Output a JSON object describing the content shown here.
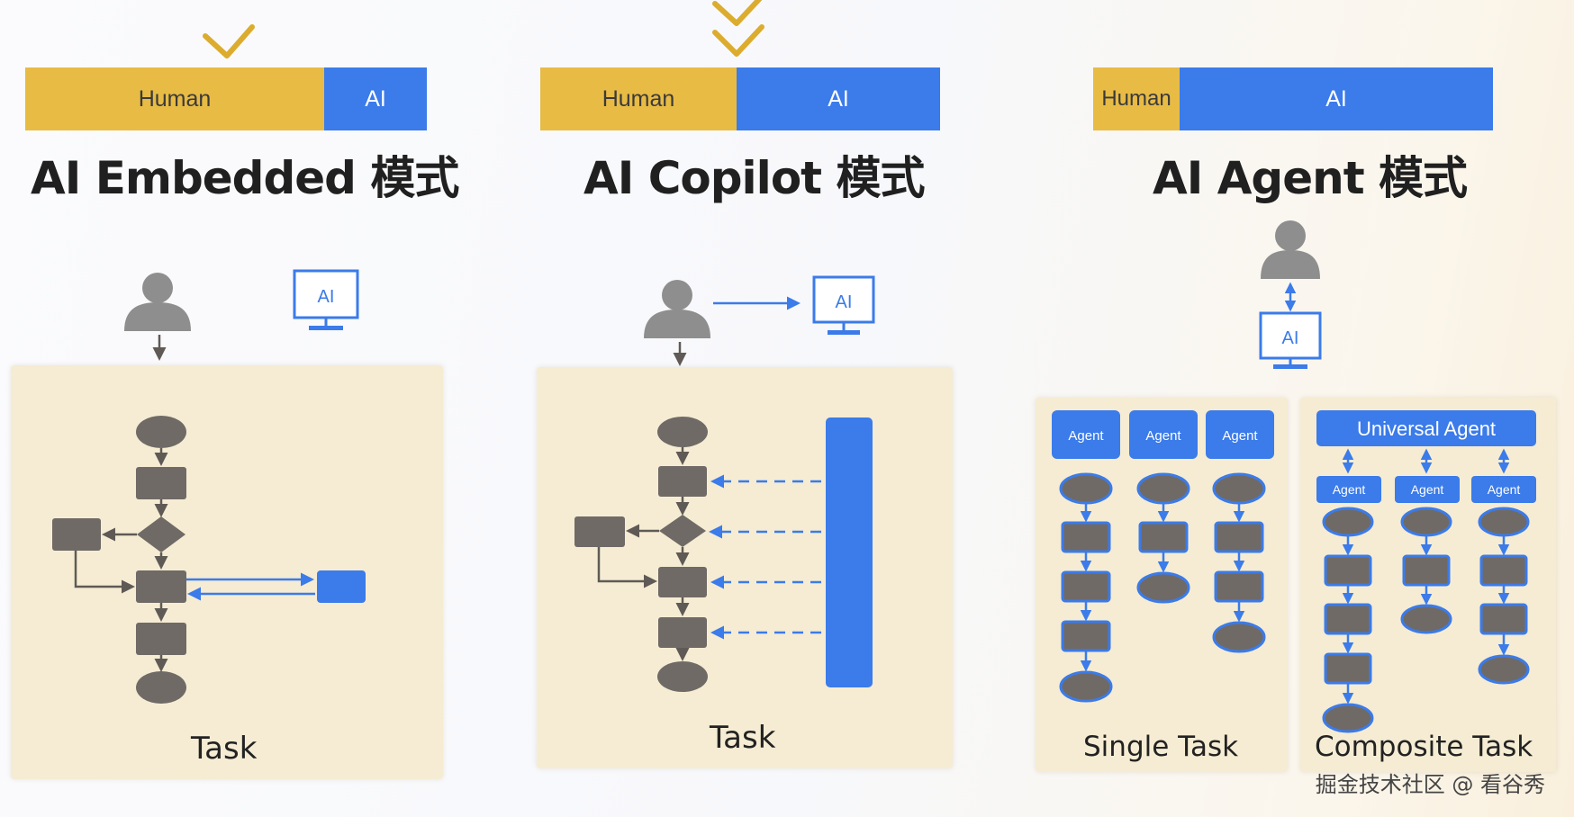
{
  "modes": [
    {
      "bar": {
        "human_label": "Human",
        "ai_label": "AI"
      },
      "title": "AI Embedded 模式",
      "panel_label": "Task",
      "ai_icon_label": "AI"
    },
    {
      "bar": {
        "human_label": "Human",
        "ai_label": "AI"
      },
      "title": "AI Copilot 模式",
      "panel_label": "Task",
      "ai_icon_label": "AI"
    },
    {
      "bar": {
        "human_label": "Human",
        "ai_label": "AI"
      },
      "title": "AI Agent 模式",
      "ai_icon_label": "AI",
      "single_task": {
        "label": "Single Task",
        "agents": [
          "Agent",
          "Agent",
          "Agent"
        ]
      },
      "composite_task": {
        "label": "Composite Task",
        "universal_agent": "Universal Agent",
        "agents": [
          "Agent",
          "Agent",
          "Agent"
        ]
      }
    }
  ],
  "watermark": "掘金技术社区 @ 看谷秀",
  "colors": {
    "human": "#e8bb45",
    "ai": "#3b7bea",
    "node": "#6f6a66",
    "panel": "#f5ecd3",
    "check": "#dcac2e"
  }
}
